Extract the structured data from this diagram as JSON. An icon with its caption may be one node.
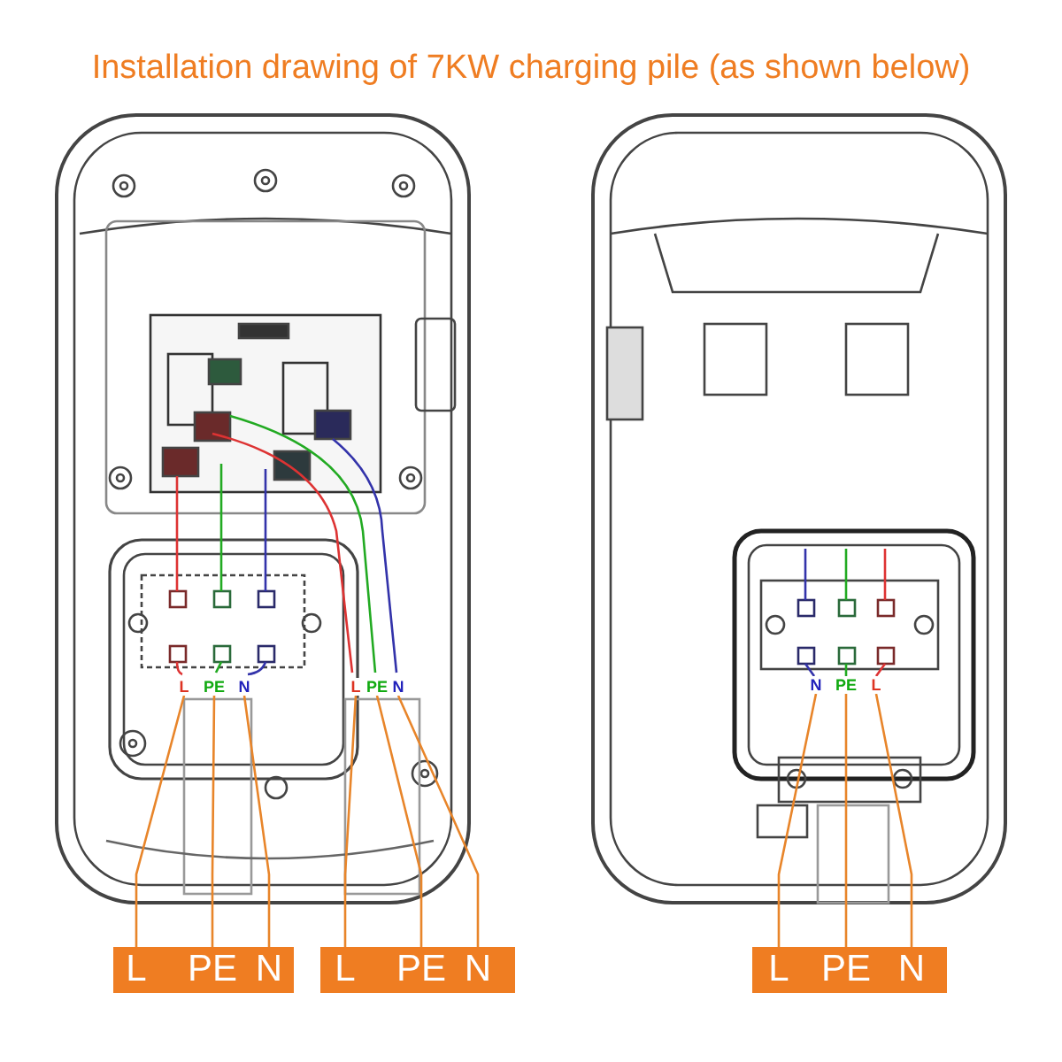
{
  "diagram": {
    "title": "Installation drawing of 7KW charging pile (as shown below)",
    "nodes": [
      {
        "text": [
          "L"
        ]
      },
      {
        "text": [
          "PE"
        ]
      },
      {
        "text": [
          "N"
        ]
      },
      {
        "text": [
          "L"
        ]
      },
      {
        "text": [
          "PE"
        ]
      },
      {
        "text": [
          "N"
        ]
      },
      {
        "text": [
          "N"
        ]
      },
      {
        "text": [
          "PE"
        ]
      },
      {
        "text": [
          "L"
        ]
      },
      {
        "text": [],
        "shape": "bar"
      },
      {
        "text": [
          "L"
        ],
        "in": 9
      },
      {
        "text": [
          "PE"
        ],
        "in": 9
      },
      {
        "text": [
          "N"
        ],
        "in": 9
      },
      {
        "text": [],
        "shape": "bar"
      },
      {
        "text": [
          "L"
        ],
        "in": 13
      },
      {
        "text": [
          "PE"
        ],
        "in": 13
      },
      {
        "text": [
          "N"
        ],
        "in": 13
      },
      {
        "text": [],
        "shape": "bar"
      },
      {
        "text": [
          "L"
        ],
        "in": 17
      },
      {
        "text": [
          "PE"
        ],
        "in": 17
      },
      {
        "text": [
          "N"
        ],
        "in": 17
      }
    ],
    "edges": [
      {
        "from": 10,
        "to": 0,
        "arrow": "none"
      },
      {
        "from": 11,
        "to": 1,
        "arrow": "none"
      },
      {
        "from": 12,
        "to": 2,
        "arrow": "none"
      },
      {
        "from": 14,
        "to": 3,
        "arrow": "none"
      },
      {
        "from": 15,
        "to": 4,
        "arrow": "none"
      },
      {
        "from": 16,
        "to": 5,
        "arrow": "none"
      },
      {
        "from": 18,
        "to": 6,
        "arrow": "none"
      },
      {
        "from": 19,
        "to": 7,
        "arrow": "none"
      },
      {
        "from": 20,
        "to": 8,
        "arrow": "none"
      }
    ]
  }
}
